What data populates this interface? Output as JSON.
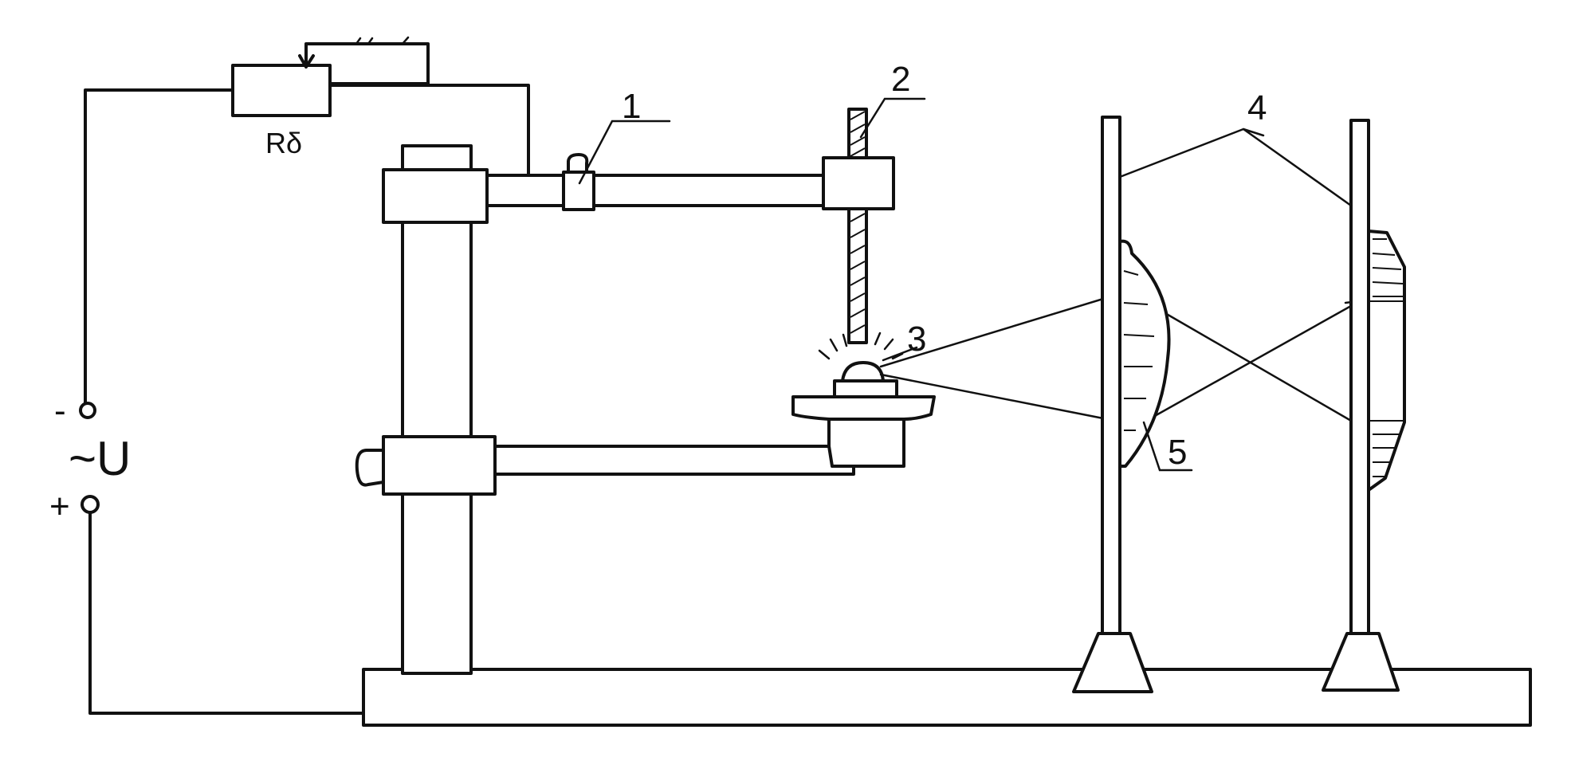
{
  "colors": {
    "ink": "#111111",
    "paper": "#ffffff"
  },
  "circuit": {
    "resistor_label": "Rδ",
    "terminal_minus": "-",
    "terminal_plus": "+",
    "voltage_label": "~U"
  },
  "callouts": {
    "c1": "1",
    "c2": "2",
    "c3": "3",
    "c4": "4",
    "c5": "5"
  }
}
